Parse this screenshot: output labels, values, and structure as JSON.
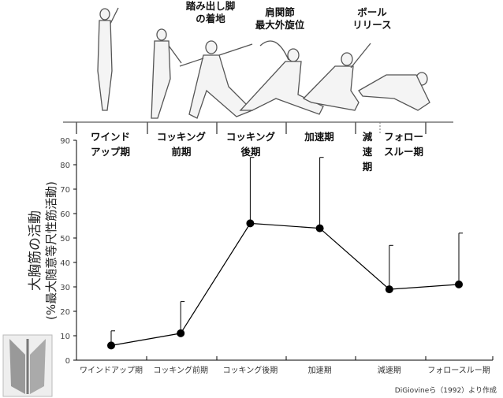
{
  "illustration": {
    "events": [
      {
        "lines": [
          "踏み出し脚",
          "の着地"
        ]
      },
      {
        "lines": [
          "肩関節",
          "最大外旋位"
        ]
      },
      {
        "lines": [
          "ボール",
          "リリース"
        ]
      }
    ],
    "phases": [
      {
        "lines": [
          "ワインド",
          "アップ期"
        ]
      },
      {
        "lines": [
          "コッキング",
          "前期"
        ]
      },
      {
        "lines": [
          "コッキング",
          "後期"
        ]
      },
      {
        "lines": [
          "加速期"
        ]
      },
      {
        "lines": [
          "減",
          "速",
          "期"
        ]
      },
      {
        "lines": [
          "フォロー",
          "スルー期"
        ]
      }
    ]
  },
  "chart_data": {
    "type": "line",
    "title": "",
    "ylabel": "大胸筋の活動",
    "ylabel_sub": "(%最大随意等尺性筋活動)",
    "xlabel": "",
    "categories": [
      "ワインドアップ期",
      "コッキング前期",
      "コッキング後期",
      "加速期",
      "減速期",
      "フォロースルー期"
    ],
    "series": [
      {
        "name": "大胸筋",
        "values": [
          6,
          11,
          56,
          54,
          29,
          31
        ],
        "error_upper": [
          12,
          24,
          83,
          83,
          47,
          52
        ]
      }
    ],
    "ylim": [
      0,
      90
    ],
    "yticks": [
      0,
      10,
      20,
      30,
      40,
      50,
      60,
      70,
      80,
      90
    ],
    "grid": false,
    "color": "#000000"
  },
  "source": "DiGiovineら（1992）より作成"
}
